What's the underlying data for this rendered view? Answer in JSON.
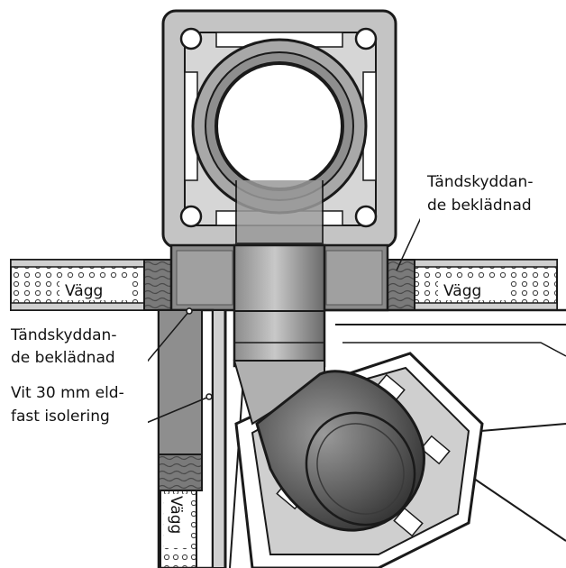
{
  "labels": {
    "wall_left": "Vägg",
    "wall_right": "Vägg",
    "wall_vertical": "Vägg",
    "cladding_right": [
      "Tändskyddan-",
      "de beklädnad"
    ],
    "cladding_left": [
      "Tändskyddan-",
      "de beklädnad"
    ],
    "insulation": [
      "Vit 30 mm eld-",
      "fast isolering"
    ]
  },
  "colors": {
    "outline": "#1a1a1a",
    "chimney_face": "#c4c4c4",
    "pipe_dark": "#555555",
    "insulation": "#8a8a8a",
    "wall_fill": "#ffffff"
  }
}
